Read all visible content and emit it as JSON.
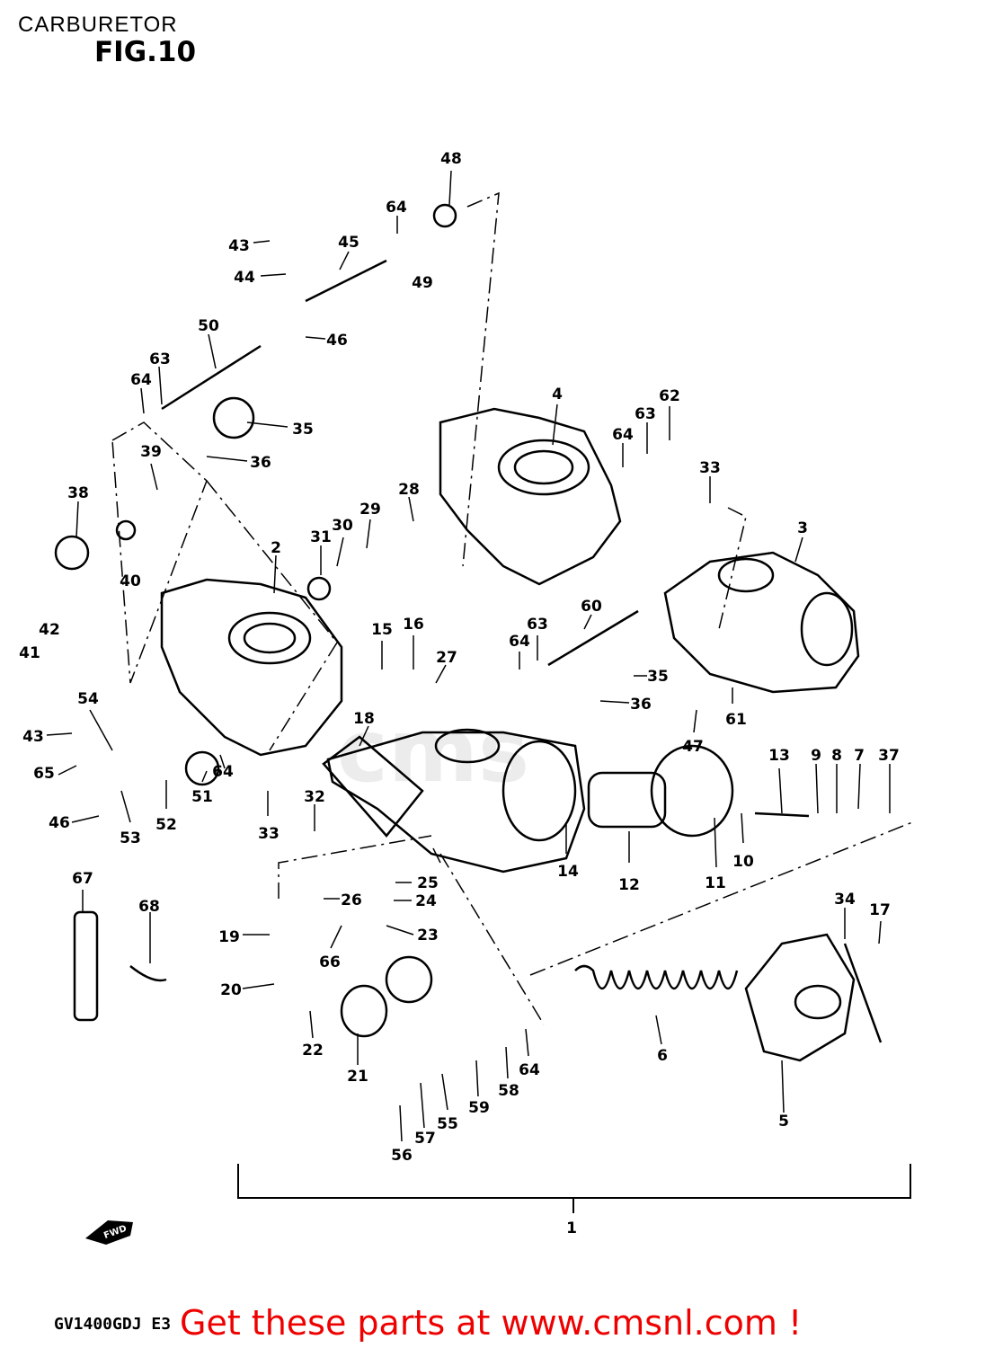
{
  "header": {
    "title": "CARBURETOR",
    "figure": "FIG.10"
  },
  "watermark": "cms",
  "footer": {
    "model_code": "GV1400GDJ E3",
    "cta": "Get these parts at www.cmsnl.com !"
  },
  "direction_label": "FWD",
  "callouts": [
    "48",
    "64",
    "43",
    "45",
    "44",
    "49",
    "46",
    "50",
    "63",
    "64",
    "35",
    "36",
    "39",
    "38",
    "40",
    "42",
    "41",
    "4",
    "62",
    "63",
    "64",
    "33",
    "3",
    "28",
    "29",
    "30",
    "31",
    "2",
    "15",
    "16",
    "27",
    "60",
    "63",
    "64",
    "35",
    "36",
    "61",
    "47",
    "54",
    "43",
    "65",
    "46",
    "53",
    "52",
    "51",
    "64",
    "33",
    "18",
    "32",
    "14",
    "12",
    "11",
    "10",
    "13",
    "9",
    "8",
    "7",
    "37",
    "67",
    "68",
    "19",
    "20",
    "26",
    "25",
    "24",
    "23",
    "66",
    "22",
    "21",
    "34",
    "17",
    "6",
    "5",
    "56",
    "57",
    "55",
    "59",
    "58",
    "64",
    "1"
  ]
}
